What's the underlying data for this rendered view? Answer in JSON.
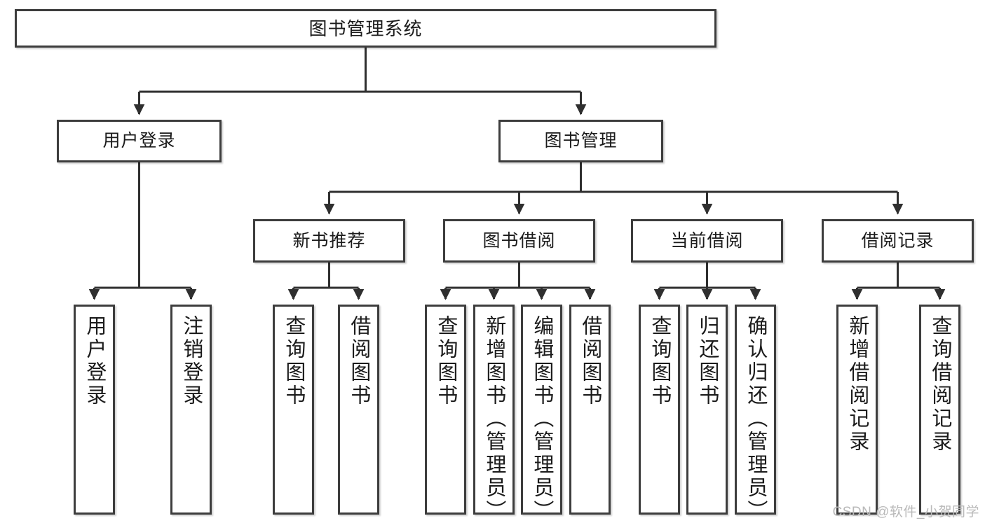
{
  "diagram": {
    "title": "图书管理系统",
    "type": "tree",
    "watermark": "CSDN @软件_小贺同学",
    "colors": {
      "box_border": "#3d3d3d",
      "box_fill": "#ffffff",
      "connector": "#2f2f2f",
      "text": "#1b1b1b",
      "watermark": "#b9b9b9"
    },
    "root": {
      "label": "图书管理系统"
    },
    "level2": [
      {
        "label": "用户登录"
      },
      {
        "label": "图书管理"
      }
    ],
    "level3": [
      {
        "label": "新书推荐"
      },
      {
        "label": "图书借阅"
      },
      {
        "label": "当前借阅"
      },
      {
        "label": "借阅记录"
      }
    ],
    "leaves": {
      "user_login": [
        {
          "label": "用户登录"
        },
        {
          "label": "注销登录"
        }
      ],
      "new_book_recommend": [
        {
          "label": "查询图书"
        },
        {
          "label": "借阅图书"
        }
      ],
      "book_borrow": [
        {
          "label": "查询图书"
        },
        {
          "label": "新增图书（管理员）"
        },
        {
          "label": "编辑图书（管理员）"
        },
        {
          "label": "借阅图书"
        }
      ],
      "current_borrow": [
        {
          "label": "查询图书"
        },
        {
          "label": "归还图书"
        },
        {
          "label": "确认归还（管理员）"
        }
      ],
      "borrow_record": [
        {
          "label": "新增借阅记录"
        },
        {
          "label": "查询借阅记录"
        }
      ]
    }
  }
}
